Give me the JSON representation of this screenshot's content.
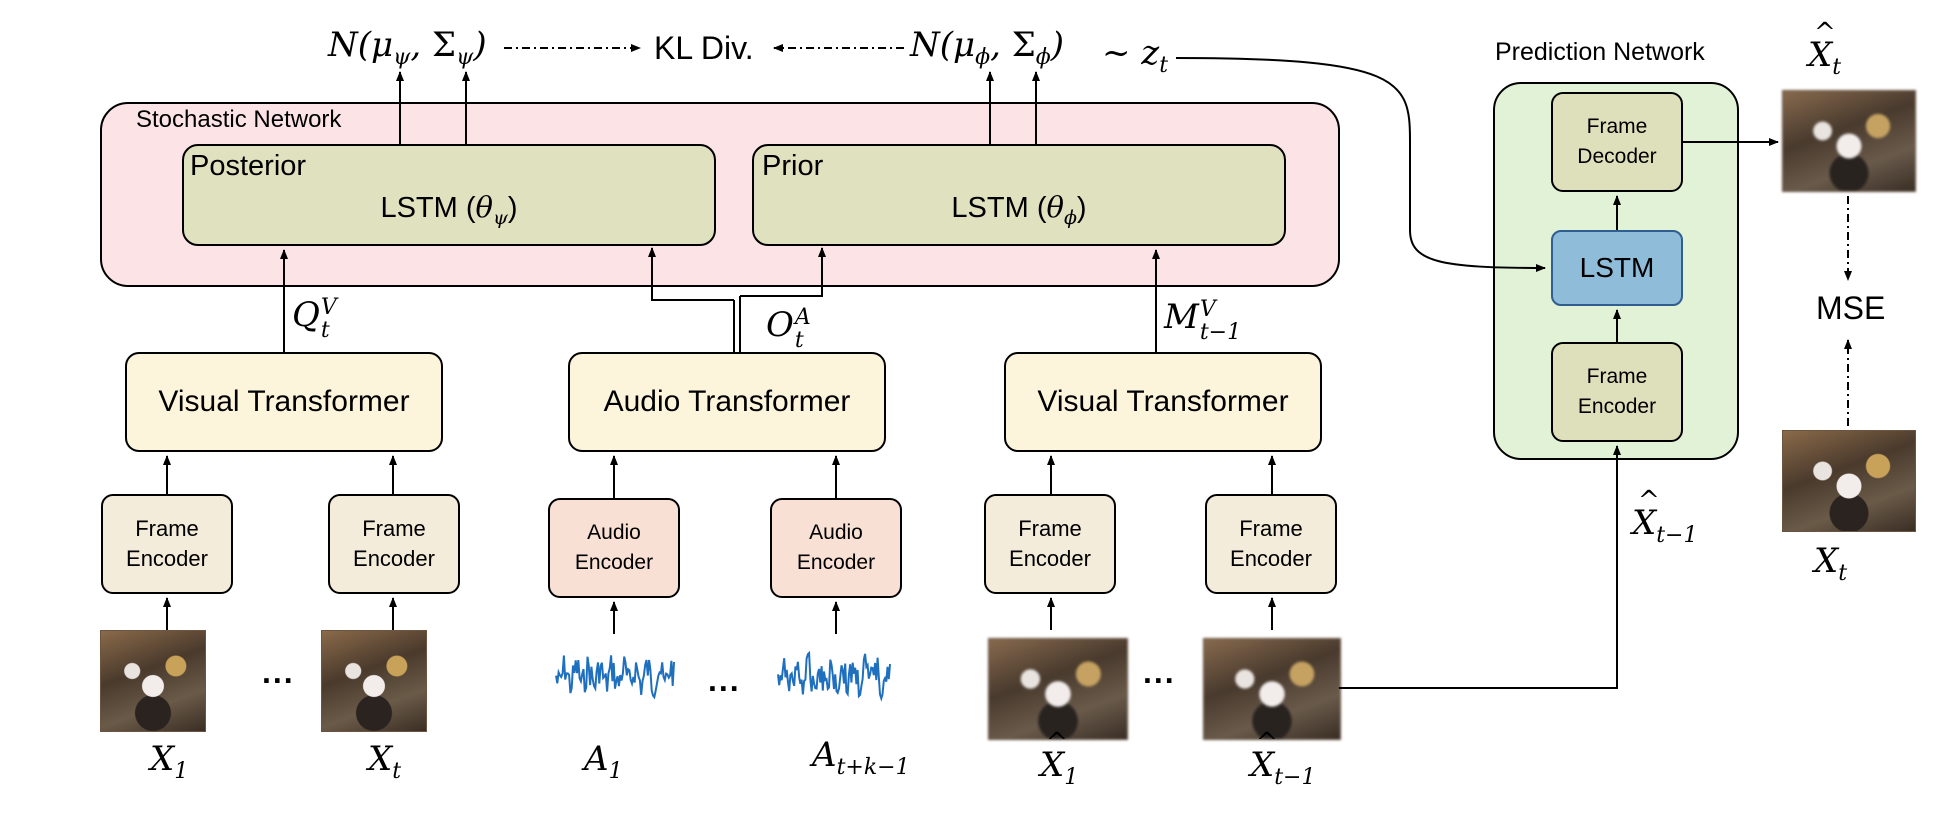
{
  "stochastic": {
    "title": "Stochastic Network",
    "posterior": {
      "label": "Posterior",
      "lstm": "LSTM (",
      "theta_sub": "ψ",
      "close": ")"
    },
    "prior": {
      "label": "Prior",
      "lstm": "LSTM (",
      "theta_sub": "ϕ",
      "close": ")"
    }
  },
  "top": {
    "posterior_dist": {
      "n": "N",
      "mu_sub": "ψ",
      "sigma_sub": "ψ"
    },
    "kl": "KL Div.",
    "prior_dist": {
      "n": "N",
      "mu_sub": "ϕ",
      "sigma_sub": "ϕ"
    },
    "sample": "~ z",
    "sample_sub": "t"
  },
  "left_branch": {
    "transformer": "Visual Transformer",
    "encoder_line1": "Frame",
    "encoder_line2": "Encoder",
    "arrow_label": {
      "base": "Q",
      "sup": "V",
      "sub": "t"
    },
    "inputs": [
      {
        "base": "X",
        "sub": "1"
      },
      {
        "base": "X",
        "sub": "t"
      }
    ],
    "dots": "..."
  },
  "audio_branch": {
    "transformer": "Audio Transformer",
    "encoder_line1": "Audio",
    "encoder_line2": "Encoder",
    "arrow_label": {
      "base": "O",
      "sup": "A",
      "sub": "t"
    },
    "inputs": [
      {
        "base": "A",
        "sub": "1"
      },
      {
        "base": "A",
        "sub": "t+k−1"
      }
    ],
    "dots": "...",
    "waveform_color": "#1f6fbf"
  },
  "right_branch": {
    "transformer": "Visual Transformer",
    "encoder_line1": "Frame",
    "encoder_line2": "Encoder",
    "arrow_label": {
      "base": "M",
      "sup": "V",
      "sub": "t−1"
    },
    "inputs": [
      {
        "base": "X",
        "sub": "1"
      },
      {
        "base": "X",
        "sub": "t−1"
      }
    ],
    "dots": "..."
  },
  "prediction": {
    "title": "Prediction Network",
    "decoder_line1": "Frame",
    "decoder_line2": "Decoder",
    "lstm": "LSTM",
    "encoder_line1": "Frame",
    "encoder_line2": "Encoder",
    "input_label": {
      "base": "X",
      "sub": "t−1"
    }
  },
  "output": {
    "pred_label": {
      "base": "X",
      "sub": "t"
    },
    "loss": "MSE",
    "gt_label": {
      "base": "X",
      "sub": "t"
    }
  },
  "colors": {
    "stochastic_bg": "#fbe3e6",
    "prediction_bg": "#e2f2d7",
    "lstm_blue": "#8fbcd9",
    "transformer_bg": "#fdf4dc",
    "audio_encoder_bg": "#f8e0d4"
  }
}
